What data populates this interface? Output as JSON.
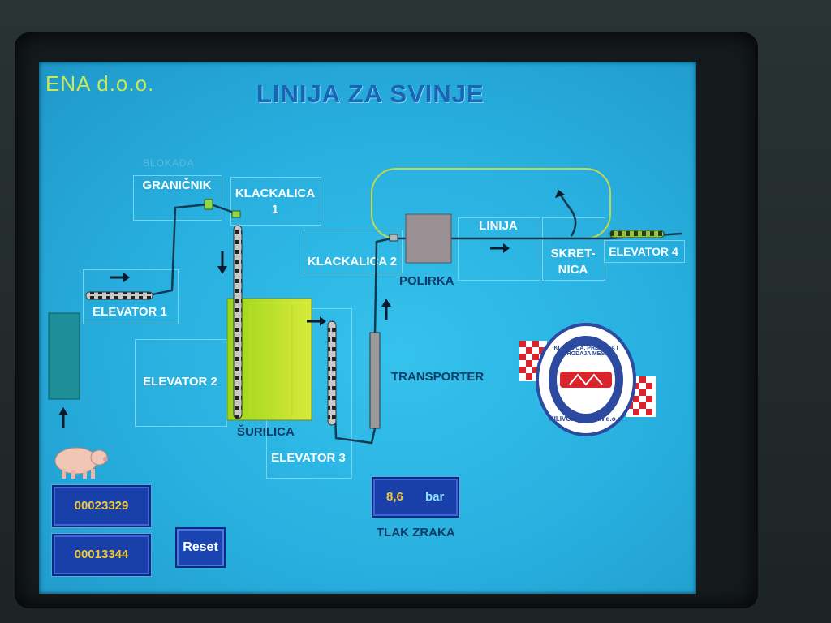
{
  "screen": {
    "brand": "ENA d.o.o.",
    "title": "LINIJA ZA SVINJE",
    "faint_label": "BLOKADA"
  },
  "labels": {
    "granicnik": "GRANIČNIK",
    "klackalica1_a": "KLACKALICA",
    "klackalica1_b": "1",
    "klackalica2": "KLACKALICA 2",
    "linija": "LINIJA",
    "skretnica_a": "SKRET-",
    "skretnica_b": "NICA",
    "elevator4": "ELEVATOR 4",
    "polirka": "POLIRKA",
    "elevator1": "ELEVATOR 1",
    "elevator2": "ELEVATOR 2",
    "surilica": "ŠURILICA",
    "transporter": "TRANSPORTER",
    "elevator3": "ELEVATOR 3",
    "tlak_zraka": "TLAK ZRAKA"
  },
  "pressure": {
    "value": "8,6",
    "unit": "bar"
  },
  "counters": {
    "count1": "00023329",
    "count2": "00013344"
  },
  "controls": {
    "reset_label": "Reset"
  },
  "logo": {
    "text_ring": "KLAONICA, PRERADA I PRODAJA MESA",
    "brand": "MILIVOJ MEDVEN d.o.o."
  },
  "colors": {
    "screen_bg": "#27aede",
    "title": "#1a64b6",
    "brand": "#c8e85a",
    "counter_text": "#f0c838",
    "button_bg": "#1a44b0"
  }
}
